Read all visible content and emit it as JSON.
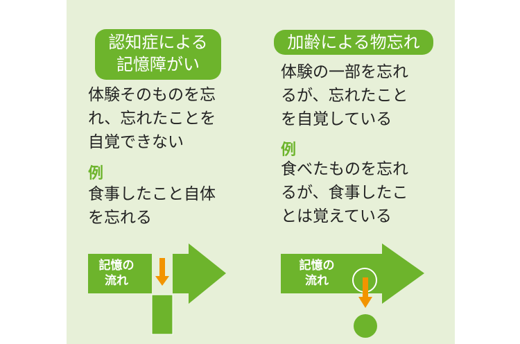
{
  "left": {
    "title": [
      "認知症による",
      "記憶障がい"
    ],
    "description": [
      "体験そのものを忘",
      "れ、忘れたことを",
      "自覚できない"
    ],
    "example_label": "例",
    "example": [
      "食事したこと自体",
      "を忘れる"
    ],
    "flow_label": [
      "記憶の",
      "流れ"
    ]
  },
  "right": {
    "title": "加齢による物忘れ",
    "description": [
      "体験の一部を忘れ",
      "るが、忘れたこと",
      "を自覚している"
    ],
    "example_label": "例",
    "example": [
      "食べたものを忘れ",
      "るが、食事したこ",
      "とは覚えている"
    ],
    "flow_label": [
      "記憶の",
      "流れ"
    ]
  },
  "colors": {
    "green": "#6db42c",
    "orange": "#f29400",
    "background": "#e7f0d8"
  }
}
